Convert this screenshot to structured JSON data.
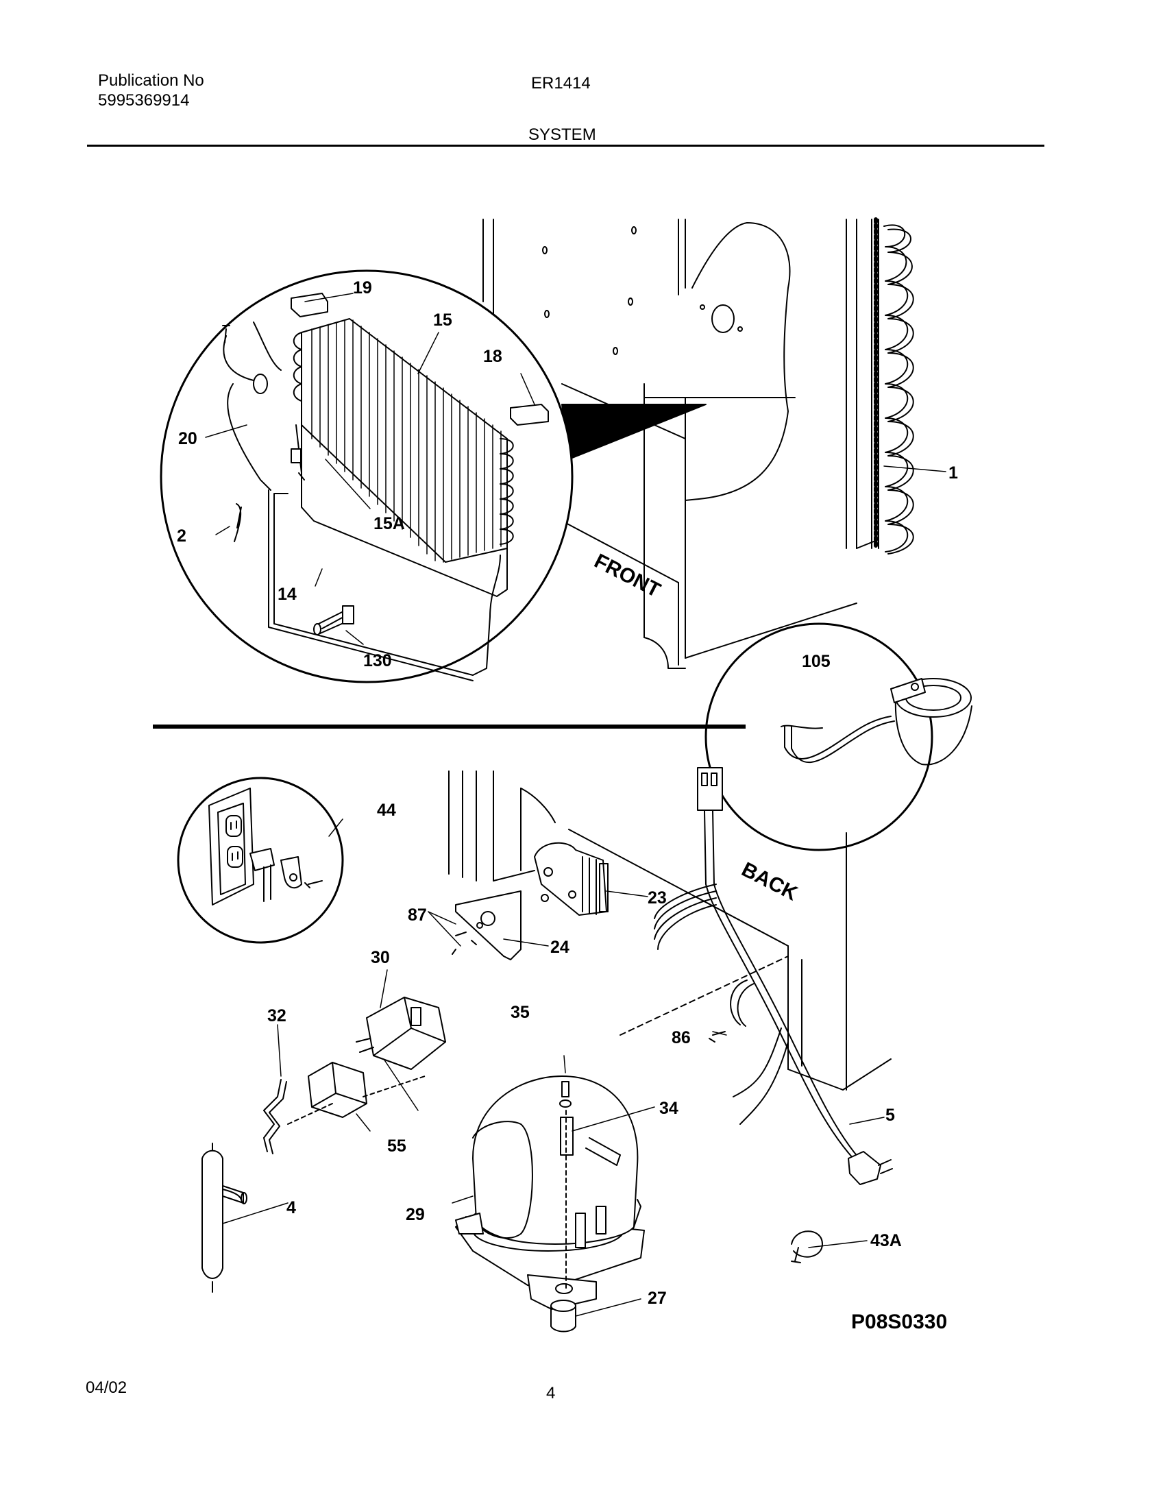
{
  "header": {
    "publication_label": "Publication No",
    "publication_number": "5995369914",
    "model": "ER1414",
    "section": "SYSTEM"
  },
  "diagram": {
    "orientation_labels": {
      "front": "FRONT",
      "back": "BACK"
    },
    "callouts": {
      "c1": "1",
      "c2": "2",
      "c4": "4",
      "c5": "5",
      "c14": "14",
      "c15": "15",
      "c15a": "15A",
      "c18": "18",
      "c19": "19",
      "c20": "20",
      "c23": "23",
      "c24": "24",
      "c27": "27",
      "c29": "29",
      "c30": "30",
      "c32": "32",
      "c34": "34",
      "c35": "35",
      "c43a": "43A",
      "c44": "44",
      "c55": "55",
      "c86": "86",
      "c87": "87",
      "c105": "105",
      "c130": "130"
    },
    "drawing_code": "P08S0330"
  },
  "footer": {
    "date": "04/02",
    "page": "4"
  }
}
